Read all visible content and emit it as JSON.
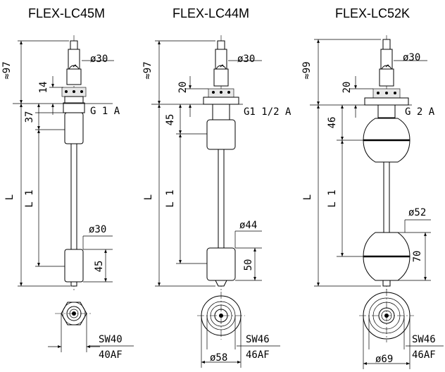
{
  "models": [
    {
      "title": "FLEX-LC45M",
      "total_height": "≈97",
      "head_dia": "ø30",
      "flange_height": "14",
      "thread": "G 1 A",
      "upper_offset": "37",
      "length_L": "L",
      "length_L1": "L 1",
      "float_dia": "ø30",
      "float_height": "45",
      "wrench_size": "SW40",
      "across_flats": "40AF"
    },
    {
      "title": "FLEX-LC44M",
      "total_height": "≈97",
      "head_dia": "ø30",
      "flange_height": "20",
      "thread": "G1 1/2 A",
      "upper_offset": "45",
      "length_L": "L",
      "length_L1": "L 1",
      "float_dia": "ø44",
      "float_height": "50",
      "wrench_size": "SW46",
      "across_flats": "46AF",
      "base_dia": "ø58"
    },
    {
      "title": "FLEX-LC52K",
      "total_height": "≈99",
      "head_dia": "ø30",
      "flange_height": "20",
      "thread": "G 2 A",
      "upper_offset": "46",
      "length_L": "L",
      "length_L1": "L 1",
      "float_dia": "ø52",
      "float_height": "70",
      "wrench_size": "SW46",
      "across_flats": "46AF",
      "base_dia": "ø69"
    }
  ]
}
